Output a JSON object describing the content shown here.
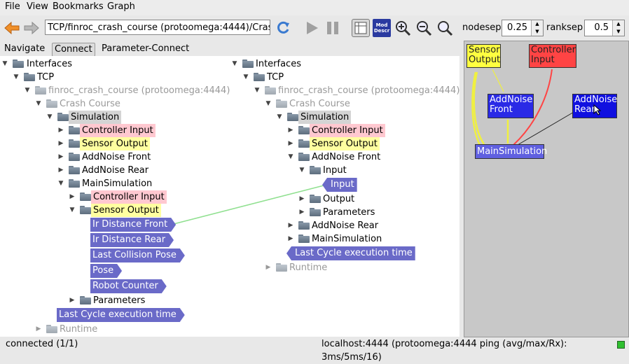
{
  "menu": {
    "file": "File",
    "view": "View",
    "bookmarks": "Bookmarks",
    "graph": "Graph"
  },
  "toolbar": {
    "address": "TCP/finroc_crash_course (protoomega:4444)/Crash",
    "mod_label": "Mod",
    "descr_label": "Descr",
    "nodesep_label": "nodesep",
    "nodesep_value": "0.25",
    "ranksep_label": "ranksep",
    "ranksep_value": "0.5"
  },
  "tabs": {
    "navigate": "Navigate",
    "connect": "Connect",
    "parameter_connect": "Parameter-Connect"
  },
  "left_tree": {
    "interfaces": "Interfaces",
    "tcp": "TCP",
    "course": "finroc_crash_course (protoomega:4444)",
    "crash": "Crash Course",
    "simulation": "Simulation",
    "controller_input": "Controller Input",
    "sensor_output": "Sensor Output",
    "addnoise_front": "AddNoise Front",
    "addnoise_rear": "AddNoise Rear",
    "main_sim": "MainSimulation",
    "ms_controller_input": "Controller Input",
    "ms_sensor_output": "Sensor Output",
    "ports": [
      "Ir Distance Front",
      "Ir Distance Rear",
      "Last Collision Pose",
      "Pose",
      "Robot Counter"
    ],
    "parameters": "Parameters",
    "last_cycle": "Last Cycle execution time",
    "runtime": "Runtime"
  },
  "right_tree": {
    "interfaces": "Interfaces",
    "tcp": "TCP",
    "course": "finroc_crash_course (protoomega:4444)",
    "crash": "Crash Course",
    "simulation": "Simulation",
    "controller_input": "Controller Input",
    "sensor_output": "Sensor Output",
    "addnoise_front": "AddNoise Front",
    "input": "Input",
    "input_port": "Input",
    "output": "Output",
    "parameters": "Parameters",
    "addnoise_rear": "AddNoise Rear",
    "main_sim": "MainSimulation",
    "last_cycle": "Last Cycle execution time",
    "runtime": "Runtime"
  },
  "graph": {
    "sensor_output": [
      "Sensor",
      "Output"
    ],
    "controller_input": [
      "Controller",
      "Input"
    ],
    "addnoise_front": [
      "AddNoise",
      "Front"
    ],
    "addnoise_rear": [
      "AddNoise",
      "Rear"
    ],
    "main_sim": "MainSimulation"
  },
  "status": {
    "left": "connected (1/1)",
    "right": "localhost:4444 (protoomega:4444 ping (avg/max/Rx): 3ms/5ms/16)"
  },
  "colors": {
    "pink": "#ffc8d0",
    "yellow": "#ffffa0",
    "port": "#6a6ac8",
    "graph_blue": "#1a1ae6",
    "graph_red": "#ff4444",
    "connection": "#90e090"
  }
}
